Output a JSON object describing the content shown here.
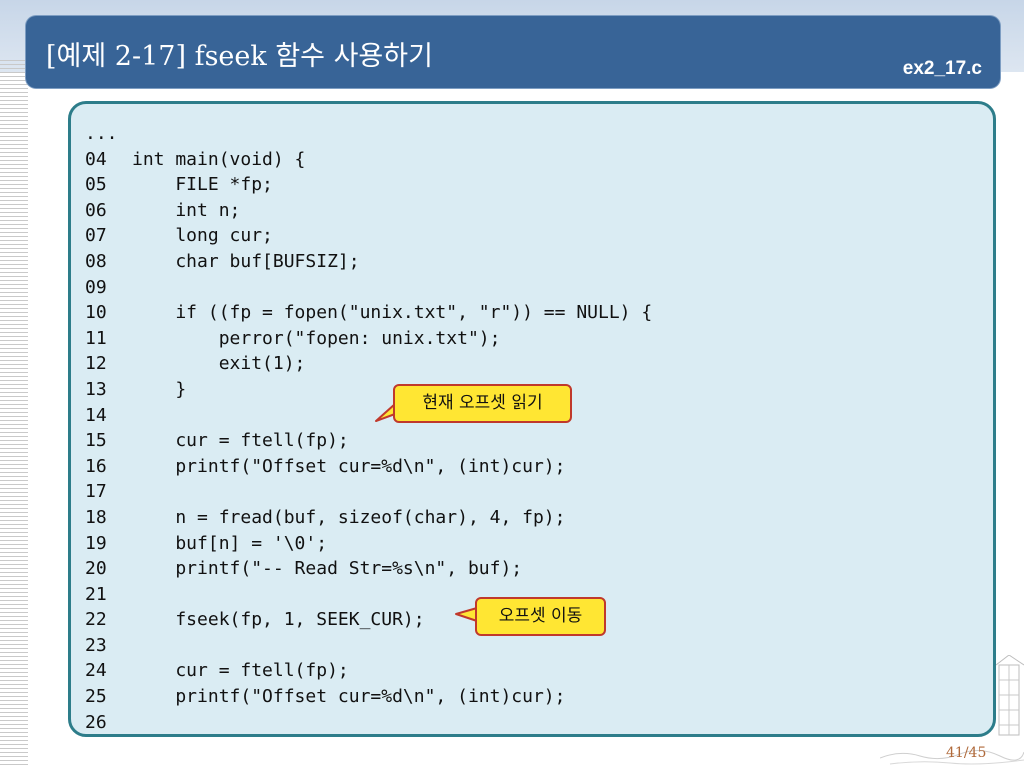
{
  "slide": {
    "title": "[예제 2-17] fseek 함수 사용하기",
    "file_name": "ex2_17.c",
    "page_number": "41/45"
  },
  "code": {
    "lines": [
      {
        "num": "...",
        "text": ""
      },
      {
        "num": "04",
        "text": "int main(void) {"
      },
      {
        "num": "05",
        "text": "    FILE *fp;"
      },
      {
        "num": "06",
        "text": "    int n;"
      },
      {
        "num": "07",
        "text": "    long cur;"
      },
      {
        "num": "08",
        "text": "    char buf[BUFSIZ];"
      },
      {
        "num": "09",
        "text": ""
      },
      {
        "num": "10",
        "text": "    if ((fp = fopen(\"unix.txt\", \"r\")) == NULL) {"
      },
      {
        "num": "11",
        "text": "        perror(\"fopen: unix.txt\");"
      },
      {
        "num": "12",
        "text": "        exit(1);"
      },
      {
        "num": "13",
        "text": "    }"
      },
      {
        "num": "14",
        "text": ""
      },
      {
        "num": "15",
        "text": "    cur = ftell(fp);"
      },
      {
        "num": "16",
        "text": "    printf(\"Offset cur=%d\\n\", (int)cur);"
      },
      {
        "num": "17",
        "text": ""
      },
      {
        "num": "18",
        "text": "    n = fread(buf, sizeof(char), 4, fp);"
      },
      {
        "num": "19",
        "text": "    buf[n] = '\\0';"
      },
      {
        "num": "20",
        "text": "    printf(\"-- Read Str=%s\\n\", buf);"
      },
      {
        "num": "21",
        "text": ""
      },
      {
        "num": "22",
        "text": "    fseek(fp, 1, SEEK_CUR);"
      },
      {
        "num": "23",
        "text": ""
      },
      {
        "num": "24",
        "text": "    cur = ftell(fp);"
      },
      {
        "num": "25",
        "text": "    printf(\"Offset cur=%d\\n\", (int)cur);"
      },
      {
        "num": "26",
        "text": ""
      }
    ]
  },
  "callouts": {
    "read_offset": "현재 오프셋 읽기",
    "move_offset": "오프셋 이동"
  },
  "colors": {
    "title_bar": "#386497",
    "code_panel_bg": "#daecf3",
    "code_panel_border": "#2d7d8a",
    "callout_fill": "#ffe633",
    "callout_border": "#c0392b"
  }
}
